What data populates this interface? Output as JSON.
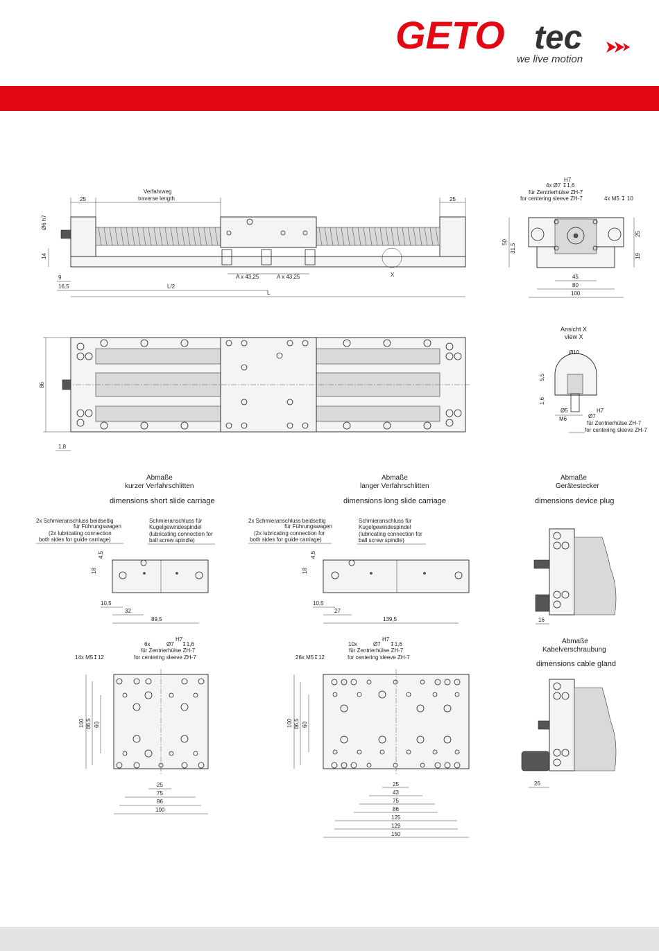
{
  "logo": {
    "brand_a": "GETO",
    "brand_b": "tec",
    "tagline": "we live motion",
    "accent": "#e30613"
  },
  "colors": {
    "header_bar": "#e30613",
    "footer_bar": "#e3e3e3"
  },
  "side_view": {
    "travel_de": "Verfahrweg",
    "travel_en": "traverse length",
    "d25_left": "25",
    "d25_right": "25",
    "d6h7": "Ø6 h7",
    "d14": "14",
    "d9": "9",
    "d16_5": "16,5",
    "a1": "A x 43,25",
    "a2": "A x 43,25",
    "x": "X",
    "l2": "L/2",
    "l": "L"
  },
  "end_view": {
    "h7": "H7",
    "holes": "4x  Ø7     ↧1,6",
    "sleeve_de": "für Zentrierhülse ZH-7",
    "sleeve_en": "for centering sleeve ZH-7",
    "m5": "4x M5 ↧ 10",
    "d50": "50",
    "d31_5": "31,5",
    "d25": "25",
    "d19": "19",
    "d45": "45",
    "d80": "80",
    "d100": "100"
  },
  "top_view": {
    "d86": "86",
    "d1_8": "1,8"
  },
  "view_x": {
    "title_de": "Ansicht X",
    "title_en": "view X",
    "d10": "Ø10",
    "d5_5": "5,5",
    "d1_6": "1,6",
    "d5": "Ø5",
    "m6": "M6",
    "h7": "H7",
    "d7": "Ø7",
    "sleeve_de": "für Zentrierhülse ZH-7",
    "sleeve_en": "for centering sleeve ZH-7"
  },
  "short_carriage": {
    "title_de1": "Abmaße",
    "title_de2": "kurzer Verfahrschlitten",
    "title_en": "dimensions short slide carriage",
    "lube1": "2x Schmieranschluss beidseitig",
    "lube2": "für Führungswagen",
    "lube3": "(2x lubricating connection",
    "lube4": "both sides for guide carriage)",
    "spindle1": "Schmieranschluss für",
    "spindle2": "Kugelgewindespindel",
    "spindle3": "(lubricating connection for",
    "spindle4": "ball screw spindle)",
    "d4_5": "4,5",
    "d18": "18",
    "d10_5": "10,5",
    "d32": "32",
    "d89_5": "89,5",
    "holes": "6x",
    "h7": "H7",
    "d7": "Ø7",
    "depth": "↧1,6",
    "sleeve_de": "für Zentrierhülse ZH-7",
    "sleeve_en": "for centering sleeve ZH-7",
    "m5": "14x M5↧12",
    "d100v": "100",
    "d86_5": "86,5",
    "d60": "60",
    "d25": "25",
    "d75": "75",
    "d86": "86",
    "d100": "100"
  },
  "long_carriage": {
    "title_de1": "Abmaße",
    "title_de2": "langer Verfahrschlitten",
    "title_en": "dimensions long slide carriage",
    "lube1": "2x Schmieranschluss beidseitig",
    "lube2": "für Führungswagen",
    "lube3": "(2x lubricating connection for",
    "lube4": "both sides for guide carriage)",
    "spindle1": "Schmieranschluss für",
    "spindle2": "Kugelgewindespindel",
    "spindle3": "(lubricating connection for",
    "spindle4": "ball screw spindle)",
    "d4_5": "4,5",
    "d18": "18",
    "d10_5": "10,5",
    "d27": "27",
    "d139_5": "139,5",
    "holes": "10x",
    "h7": "H7",
    "d7": "Ø7",
    "depth": "↧1,6",
    "sleeve_de": "für Zentrierhülse ZH-7",
    "sleeve_en": "for centering sleeve ZH-7",
    "m5": "26x M5↧12",
    "d100v": "100",
    "d86_5": "86,5",
    "d60": "60",
    "d25": "25",
    "d43": "43",
    "d75": "75",
    "d86": "86",
    "d125": "125",
    "d129": "129",
    "d150": "150"
  },
  "device_plug": {
    "title_de": "Abmaße",
    "title_de2": "Gerätestecker",
    "title_en": "dimensions device plug",
    "d16": "16"
  },
  "cable_gland": {
    "title_de": "Abmaße",
    "title_de2": "Kabelverschraubung",
    "title_en": "dimensions cable gland",
    "d26": "26"
  }
}
